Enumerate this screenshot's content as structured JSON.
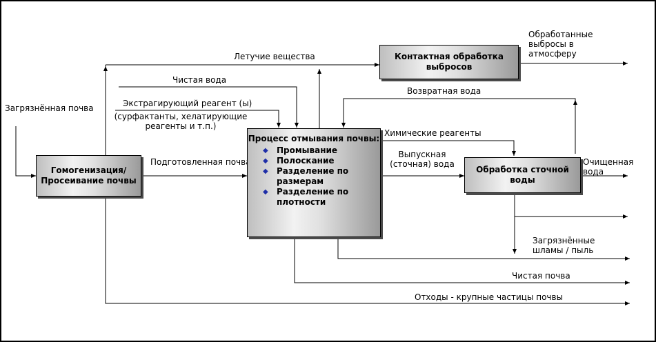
{
  "boxes": {
    "homogenization": "Гомогенизация/ Просеивание почвы",
    "emission_treatment": "Контактная обработка выбросов",
    "washing_title": "Процесс отмывания почвы:",
    "washing_steps": [
      "Промывание",
      "Полоскание",
      "Разделение по размерам",
      "Разделение по плотности"
    ],
    "wastewater_treatment": "Обработка сточной воды"
  },
  "labels": {
    "contaminated_soil": "Загрязнённая почва",
    "prepared_soil": "Подготовленная почва",
    "volatiles": "Летучие вещества",
    "treated_emissions": "Обработанные выбросы в атмосферу",
    "clean_water": "Чистая вода",
    "extracting_reagent": "Экстрагирующий реагент (ы)",
    "reagent_examples": "(сурфактанты, хелатирующие реагенты и т.п.)",
    "return_water": "Возвратная вода",
    "chemical_reagents": "Химические реагенты",
    "discharge_water": "Выпускная (сточная) вода",
    "purified_water": "Очищенная вода",
    "contaminated_sludge": "Загрязнённые шламы / пыль",
    "clean_soil": "Чистая почва",
    "waste_coarse": "Отходы - крупные частицы почвы"
  }
}
